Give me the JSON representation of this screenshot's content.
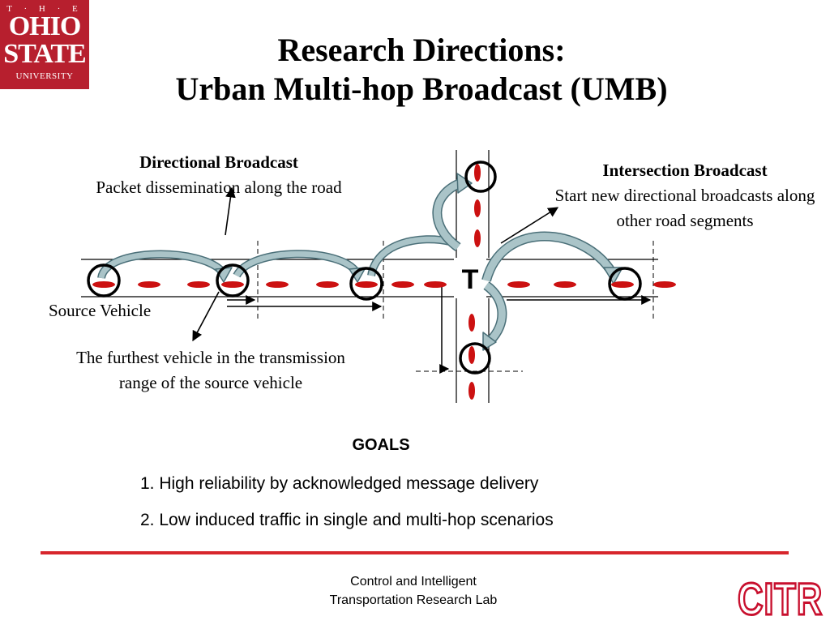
{
  "logo": {
    "the": "T · H · E",
    "ohio": "OHIO",
    "state": "STATE",
    "university": "UNIVERSITY"
  },
  "title": {
    "line1": "Research Directions:",
    "line2": "Urban Multi-hop Broadcast (UMB)"
  },
  "diagram": {
    "directional_broadcast": {
      "heading": "Directional Broadcast",
      "description": "Packet dissemination along the road"
    },
    "intersection_broadcast": {
      "heading": "Intersection Broadcast",
      "description": "Start new directional broadcasts along other road segments"
    },
    "source_vehicle": "Source Vehicle",
    "furthest_vehicle": "The furthest vehicle in the transmission range of the source vehicle",
    "junction_marker": "T",
    "colors": {
      "vehicle": "#cc1111",
      "arrow_fill": "#aac4c8",
      "arrow_stroke": "#4a6f78",
      "circle": "#000000"
    }
  },
  "goals": {
    "title": "GOALS",
    "items": [
      "1. High reliability by acknowledged message delivery",
      "2. Low induced traffic in single and multi-hop scenarios"
    ]
  },
  "footer": {
    "lab_line1": "Control and Intelligent",
    "lab_line2": "Transportation Research Lab",
    "citr": "CITR",
    "rule_color": "#d7262c"
  }
}
